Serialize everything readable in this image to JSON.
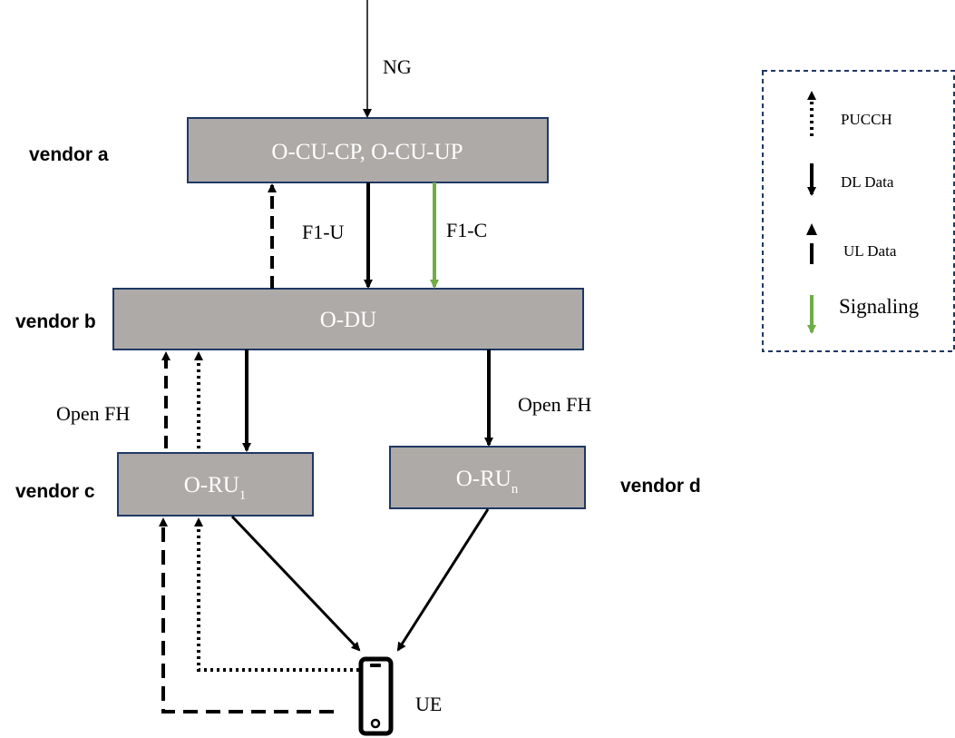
{
  "blocks": {
    "cu": "O-CU-CP,  O-CU-UP",
    "du": "O-DU",
    "ru1_base": "O-RU",
    "ru1_sub": "1",
    "run_base": "O-RU",
    "run_sub": "n"
  },
  "vendors": {
    "a": "vendor  a",
    "b": "vendor  b",
    "c": "vendor  c",
    "d": "vendor  d"
  },
  "interfaces": {
    "ng": "NG",
    "f1u": "F1-U",
    "f1c": "F1-C",
    "openfh_left": "Open FH",
    "openfh_right": "Open FH"
  },
  "ue": {
    "label": "UE"
  },
  "legend": {
    "pucch": "PUCCH",
    "dl_data": "DL Data",
    "ul_data": "UL Data",
    "signaling": "Signaling"
  },
  "colors": {
    "block_fill": "#aeaaa8",
    "block_stroke": "#1f3864",
    "signaling": "#70ad47",
    "legend_border": "#1f3864"
  }
}
